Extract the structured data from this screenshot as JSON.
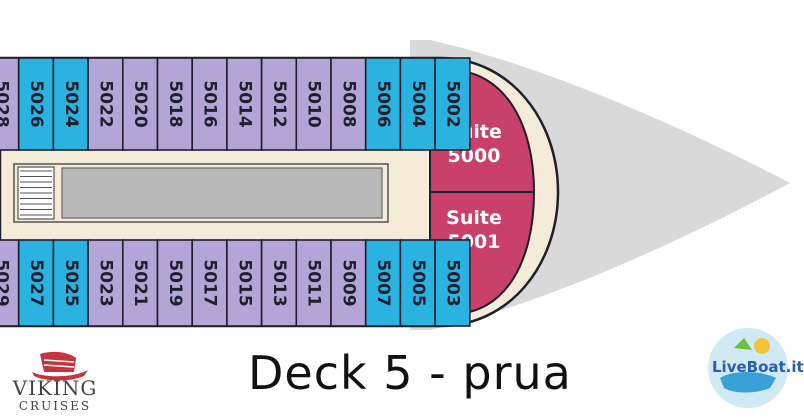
{
  "diagram": {
    "title": "Deck 5 - prua",
    "upper_row": [
      {
        "id": "5028",
        "category": "violet"
      },
      {
        "id": "5026",
        "category": "blue"
      },
      {
        "id": "5024",
        "category": "blue"
      },
      {
        "id": "5022",
        "category": "violet"
      },
      {
        "id": "5020",
        "category": "violet"
      },
      {
        "id": "5018",
        "category": "violet"
      },
      {
        "id": "5016",
        "category": "violet"
      },
      {
        "id": "5014",
        "category": "violet"
      },
      {
        "id": "5012",
        "category": "violet"
      },
      {
        "id": "5010",
        "category": "violet"
      },
      {
        "id": "5008",
        "category": "violet"
      },
      {
        "id": "5006",
        "category": "blue"
      },
      {
        "id": "5004",
        "category": "blue"
      },
      {
        "id": "5002",
        "category": "blue"
      }
    ],
    "lower_row": [
      {
        "id": "5029",
        "category": "violet"
      },
      {
        "id": "5027",
        "category": "blue"
      },
      {
        "id": "5025",
        "category": "blue"
      },
      {
        "id": "5023",
        "category": "violet"
      },
      {
        "id": "5021",
        "category": "violet"
      },
      {
        "id": "5019",
        "category": "violet"
      },
      {
        "id": "5017",
        "category": "violet"
      },
      {
        "id": "5015",
        "category": "violet"
      },
      {
        "id": "5013",
        "category": "violet"
      },
      {
        "id": "5011",
        "category": "violet"
      },
      {
        "id": "5009",
        "category": "violet"
      },
      {
        "id": "5007",
        "category": "blue"
      },
      {
        "id": "5005",
        "category": "blue"
      },
      {
        "id": "5003",
        "category": "blue"
      }
    ],
    "suites": [
      {
        "line1": "Suite",
        "line2": "5000"
      },
      {
        "line1": "Suite",
        "line2": "5001"
      }
    ]
  },
  "colors": {
    "violet": "#b3a6d6",
    "blue": "#2ab3e0",
    "suite": "#c9416b",
    "suite_dark": "#b4345c",
    "corridor": "#f4ecd8",
    "hull": "#d9d9d9",
    "outline": "#1e1e2c"
  },
  "logos": {
    "brand_name": "VIKING",
    "brand_sub": "CRUISES",
    "liveboat": "LiveBoat.it"
  }
}
